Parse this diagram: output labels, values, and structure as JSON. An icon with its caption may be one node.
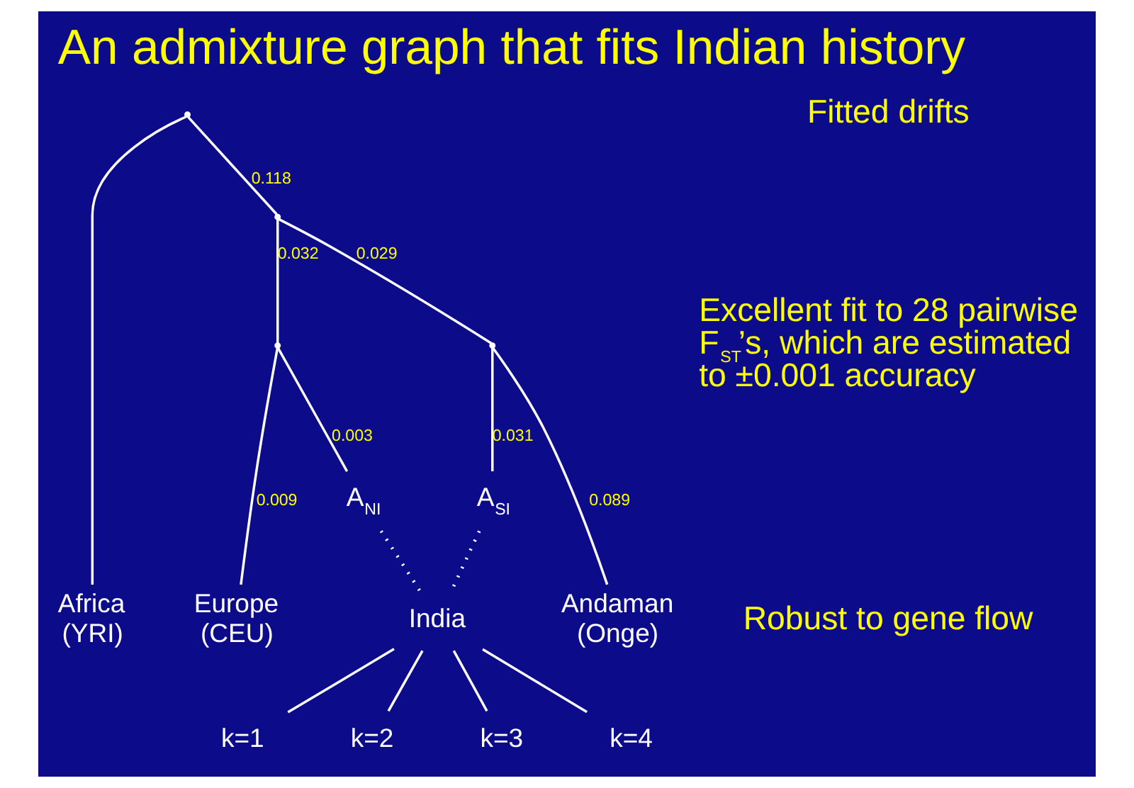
{
  "diagram": {
    "title": "An admixture graph that fits Indian history",
    "nodes": [
      {
        "text": [],
        "shape": "point"
      },
      {
        "text": [],
        "shape": "point"
      },
      {
        "text": [],
        "shape": "point"
      },
      {
        "text": [],
        "shape": "point"
      },
      {
        "text": [
          "A$_{NI}$"
        ]
      },
      {
        "text": [
          "A$_{SI}$"
        ]
      },
      {
        "text": [
          "Africa (YRI)"
        ]
      },
      {
        "text": [
          "Europe (CEU)"
        ]
      },
      {
        "text": [
          "India"
        ]
      },
      {
        "text": [
          "Andaman (Onge)"
        ]
      },
      {
        "text": [
          "k=1"
        ]
      },
      {
        "text": [
          "k=2"
        ]
      },
      {
        "text": [
          "k=3"
        ]
      },
      {
        "text": [
          "k=4"
        ]
      }
    ],
    "edges": [
      {
        "from": 0,
        "to": 6,
        "arrow": "none"
      },
      {
        "from": 0,
        "to": 1,
        "arrow": "none",
        "label": "0.118"
      },
      {
        "from": 1,
        "to": 3,
        "arrow": "none",
        "label": "0.032"
      },
      {
        "from": 1,
        "to": 2,
        "arrow": "none",
        "label": "0.029"
      },
      {
        "from": 3,
        "to": 7,
        "arrow": "none",
        "label": "0.009"
      },
      {
        "from": 3,
        "to": 4,
        "arrow": "none",
        "label": "0.003"
      },
      {
        "from": 2,
        "to": 5,
        "arrow": "none",
        "label": "0.031"
      },
      {
        "from": 2,
        "to": 9,
        "arrow": "none",
        "label": "0.089"
      },
      {
        "from": 4,
        "to": 8,
        "arrow": "none",
        "style": "dashed"
      },
      {
        "from": 5,
        "to": 8,
        "arrow": "none",
        "style": "dashed"
      },
      {
        "from": 8,
        "to": 10,
        "arrow": "none"
      },
      {
        "from": 8,
        "to": 11,
        "arrow": "none"
      },
      {
        "from": 8,
        "to": 12,
        "arrow": "none"
      },
      {
        "from": 8,
        "to": 13,
        "arrow": "none"
      }
    ],
    "labels": [
      "Fitted drifts",
      "Excellent fit to 28 pairwise F$_{ST}$’s, which are estimated to ±0.001 accuracy",
      "Robust to gene flow"
    ]
  }
}
